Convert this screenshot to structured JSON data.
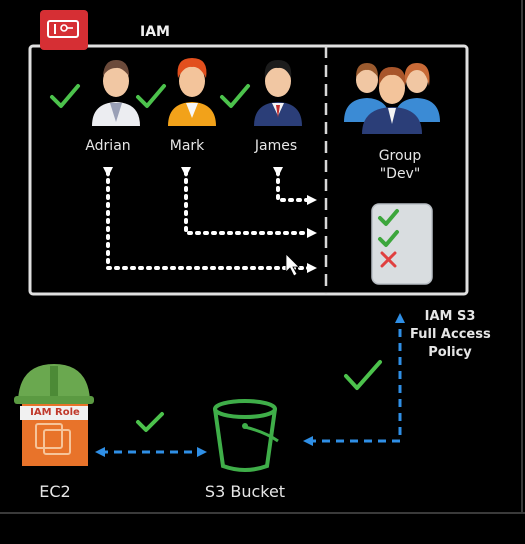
{
  "iam": {
    "title": "IAM",
    "logo_icon": "aws-iam-logo-icon"
  },
  "users": [
    {
      "name": "Adrian",
      "icon": "user-avatar-icon",
      "checked": true
    },
    {
      "name": "Mark",
      "icon": "user-avatar-icon",
      "checked": true
    },
    {
      "name": "James",
      "icon": "user-avatar-icon",
      "checked": true
    }
  ],
  "group": {
    "line1": "Group",
    "line2": "\"Dev\"",
    "icon": "user-group-icon"
  },
  "group_permissions": {
    "icon": "checklist-icon",
    "items": [
      "check",
      "check",
      "cross"
    ]
  },
  "policy": {
    "line1": "IAM S3",
    "line2": "Full Access",
    "line3": "Policy"
  },
  "ec2": {
    "label": "EC2",
    "role_label": "IAM Role",
    "icon": "ec2-instance-icon",
    "helmet_icon": "hard-hat-icon"
  },
  "s3": {
    "label": "S3 Bucket",
    "icon": "s3-bucket-icon"
  },
  "colors": {
    "background": "#000000",
    "check": "#4cc24c",
    "cross": "#e04040",
    "arrow_white": "#ffffff",
    "arrow_blue": "#2f8fe6",
    "aws_orange": "#e8732a",
    "iam_red": "#d62f34",
    "bucket_green": "#3fae49"
  }
}
